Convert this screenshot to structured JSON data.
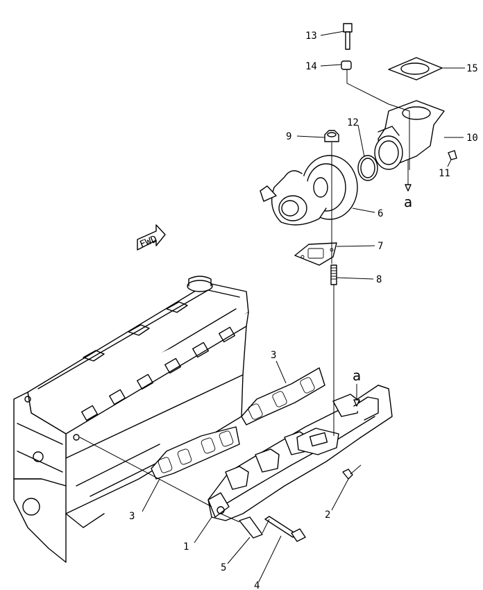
{
  "diagram": {
    "callouts": [
      {
        "id": "13",
        "text": "13"
      },
      {
        "id": "14",
        "text": "14"
      },
      {
        "id": "15",
        "text": "15"
      },
      {
        "id": "9",
        "text": "9"
      },
      {
        "id": "12",
        "text": "12"
      },
      {
        "id": "10",
        "text": "10"
      },
      {
        "id": "11",
        "text": "11"
      },
      {
        "id": "6",
        "text": "6"
      },
      {
        "id": "7",
        "text": "7"
      },
      {
        "id": "8",
        "text": "8"
      },
      {
        "id": "3a",
        "text": "3"
      },
      {
        "id": "3b",
        "text": "3"
      },
      {
        "id": "2",
        "text": "2"
      },
      {
        "id": "1",
        "text": "1"
      },
      {
        "id": "5",
        "text": "5"
      },
      {
        "id": "4",
        "text": "4"
      }
    ],
    "ref_marks": {
      "upper": "a",
      "lower": "a"
    },
    "direction_marker": "FWD"
  }
}
